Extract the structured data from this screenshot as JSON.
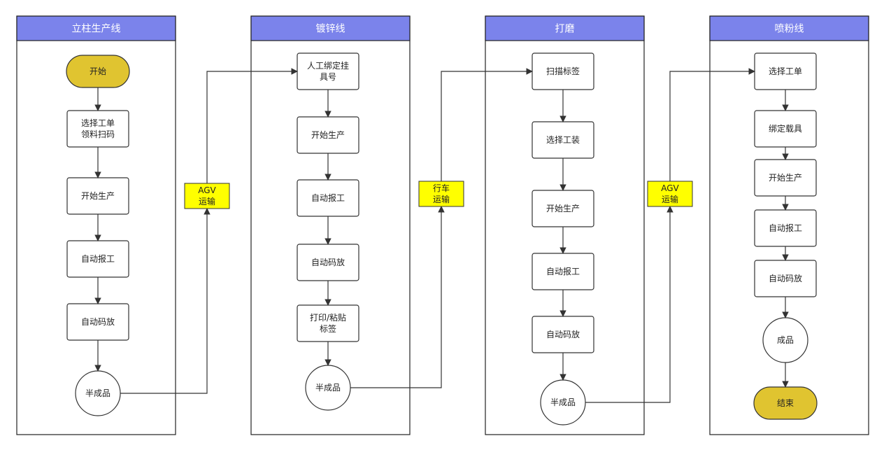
{
  "colors": {
    "lane_header": "#7B83EB",
    "terminal": "#E0C430",
    "transport": "#FFFF00",
    "line": "#333333"
  },
  "lanes": [
    {
      "title": "立柱生产线",
      "nodes": [
        {
          "text": "开始"
        },
        {
          "text": [
            "选择工单",
            "领料扫码"
          ]
        },
        {
          "text": "开始生产"
        },
        {
          "text": "自动报工"
        },
        {
          "text": "自动码放"
        },
        {
          "text": "半成品"
        }
      ]
    },
    {
      "title": "镀锌线",
      "nodes": [
        {
          "text": [
            "人工绑定挂",
            "具号"
          ]
        },
        {
          "text": "开始生产"
        },
        {
          "text": "自动报工"
        },
        {
          "text": "自动码放"
        },
        {
          "text": [
            "打印/粘贴",
            "标签"
          ]
        },
        {
          "text": "半成品"
        }
      ]
    },
    {
      "title": "打磨",
      "nodes": [
        {
          "text": "扫描标签"
        },
        {
          "text": "选择工装"
        },
        {
          "text": "开始生产"
        },
        {
          "text": "自动报工"
        },
        {
          "text": "自动码放"
        },
        {
          "text": "半成品"
        }
      ]
    },
    {
      "title": "喷粉线",
      "nodes": [
        {
          "text": "选择工单"
        },
        {
          "text": "绑定载具"
        },
        {
          "text": "开始生产"
        },
        {
          "text": "自动报工"
        },
        {
          "text": "自动码放"
        },
        {
          "text": "成品"
        },
        {
          "text": "结束"
        }
      ]
    }
  ],
  "transports": [
    {
      "text": [
        "AGV",
        "运输"
      ]
    },
    {
      "text": [
        "行车",
        "运输"
      ]
    },
    {
      "text": [
        "AGV",
        "运输"
      ]
    }
  ]
}
